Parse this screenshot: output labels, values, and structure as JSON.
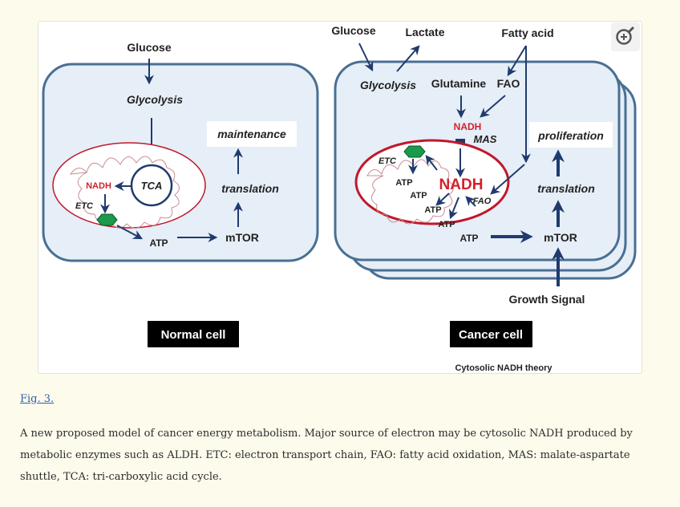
{
  "figure": {
    "normal": {
      "glucose": "Glucose",
      "glycolysis": "Glycolysis",
      "tca": "TCA",
      "nadh": "NADH",
      "etc": "ETC",
      "atp": "ATP",
      "mtor": "mTOR",
      "translation": "translation",
      "maintenance": "maintenance",
      "label": "Normal cell"
    },
    "cancer": {
      "glucose": "Glucose",
      "lactate": "Lactate",
      "fatty_acid": "Fatty acid",
      "glycolysis": "Glycolysis",
      "glutamine": "Glutamine",
      "fao_top": "FAO",
      "nadh_small": "NADH",
      "mas": "MAS",
      "etc": "ETC",
      "nadh_big": "NADH",
      "fao_inner": "FAO",
      "atp1": "ATP",
      "atp2": "ATP",
      "atp3": "ATP",
      "atp4": "ATP",
      "atp_out": "ATP",
      "mtor": "mTOR",
      "translation": "translation",
      "proliferation": "proliferation",
      "growth_signal": "Growth Signal",
      "label": "Cancer cell"
    },
    "theory_label": "Cytosolic NADH theory"
  },
  "fig_link": "Fig. 3.",
  "caption": "A new proposed model of cancer energy metabolism. Major source of electron may be cytosolic NADH produced by metabolic enzymes such as ALDH. ETC: electron transport chain, FAO: fatty acid oxidation, MAS: malate-aspartate shuttle, TCA: tri-carboxylic acid cycle.",
  "colors": {
    "cell_fill": "#e6eef7",
    "cell_border": "#4a6f93",
    "arrow": "#1f3b6e",
    "nadh_red": "#d3202a",
    "mito_border": "#c0182a",
    "etc_green": "#1a9a4a",
    "mas_square": "#1f3b6e",
    "label_box": "#000000"
  }
}
